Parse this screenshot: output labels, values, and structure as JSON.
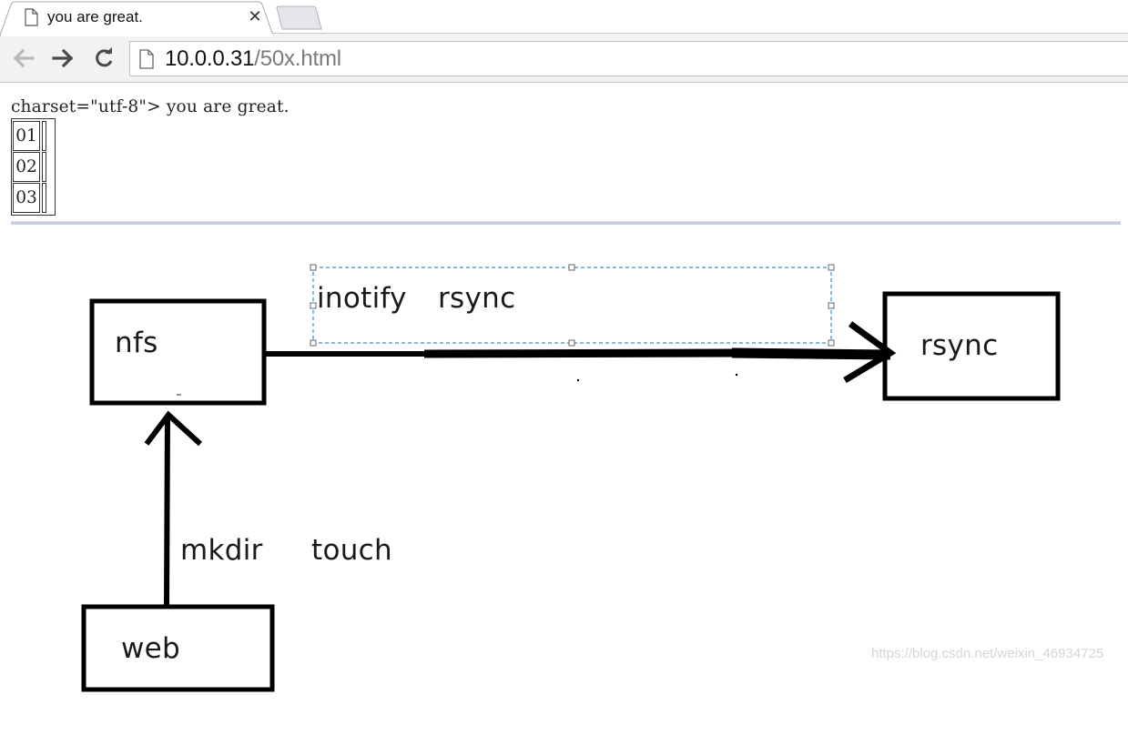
{
  "browser": {
    "tab": {
      "title": "you are great.",
      "icon": "page-icon",
      "close_glyph": "✕"
    },
    "address": {
      "host": "10.0.0.31",
      "path": "/50x.html"
    },
    "nav_icons": [
      "back-arrow-icon",
      "forward-arrow-icon",
      "reload-icon"
    ]
  },
  "page": {
    "text_line": "charset=\"utf-8\"> you are great.",
    "table_rows": [
      {
        "num": "01"
      },
      {
        "num": "02"
      },
      {
        "num": "03"
      }
    ]
  },
  "diagram": {
    "boxes": {
      "nfs": "nfs",
      "rsync": "rsync",
      "web": "web"
    },
    "labels": {
      "arrow_top_word1": "inotify",
      "arrow_top_word2": "rsync",
      "arrow_left_word1": "mkdir",
      "arrow_left_word2": "touch"
    },
    "stroke_color": "#000000",
    "selection_color": "#3a8fd6"
  },
  "watermark": "https://blog.csdn.net/weixin_46934725"
}
